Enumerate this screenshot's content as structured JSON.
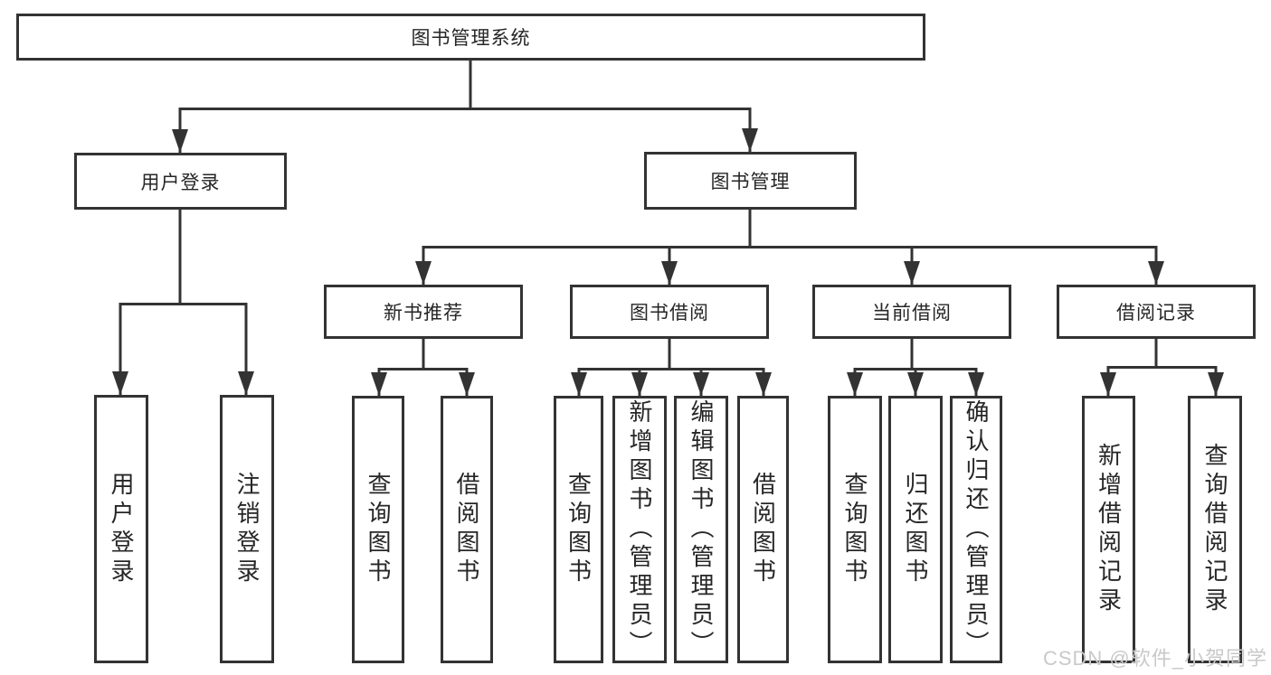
{
  "diagram": {
    "root": {
      "label": "图书管理系统"
    },
    "branches": {
      "user_login": {
        "label": "用户登录"
      },
      "book_management": {
        "label": "图书管理"
      }
    },
    "modules": {
      "new_book_recommend": {
        "label": "新书推荐"
      },
      "book_borrow": {
        "label": "图书借阅"
      },
      "current_borrow": {
        "label": "当前借阅"
      },
      "borrow_record": {
        "label": "借阅记录"
      }
    },
    "leaves": {
      "user_login": {
        "label": "用户登录"
      },
      "user_logout": {
        "label": "注销登录"
      },
      "recommend_query_book": {
        "label": "查询图书"
      },
      "recommend_borrow_book": {
        "label": "借阅图书"
      },
      "borrow_query_book": {
        "label": "查询图书"
      },
      "borrow_add_book": {
        "label": "新增图书（管理员）"
      },
      "borrow_edit_book": {
        "label": "编辑图书（管理员）"
      },
      "borrow_borrow_book": {
        "label": "借阅图书"
      },
      "current_query_book": {
        "label": "查询图书"
      },
      "current_return_book": {
        "label": "归还图书"
      },
      "current_confirm_return": {
        "label": "确认归还（管理员）"
      },
      "record_add_borrow": {
        "label": "新增借阅记录"
      },
      "record_query_borrow": {
        "label": "查询借阅记录"
      }
    }
  },
  "watermark": {
    "text": "CSDN @软件_小贺同学"
  },
  "colors": {
    "line": "#333333",
    "box_border": "#333333",
    "text": "#262626",
    "watermark": "#c9c9c9",
    "background": "#ffffff"
  }
}
